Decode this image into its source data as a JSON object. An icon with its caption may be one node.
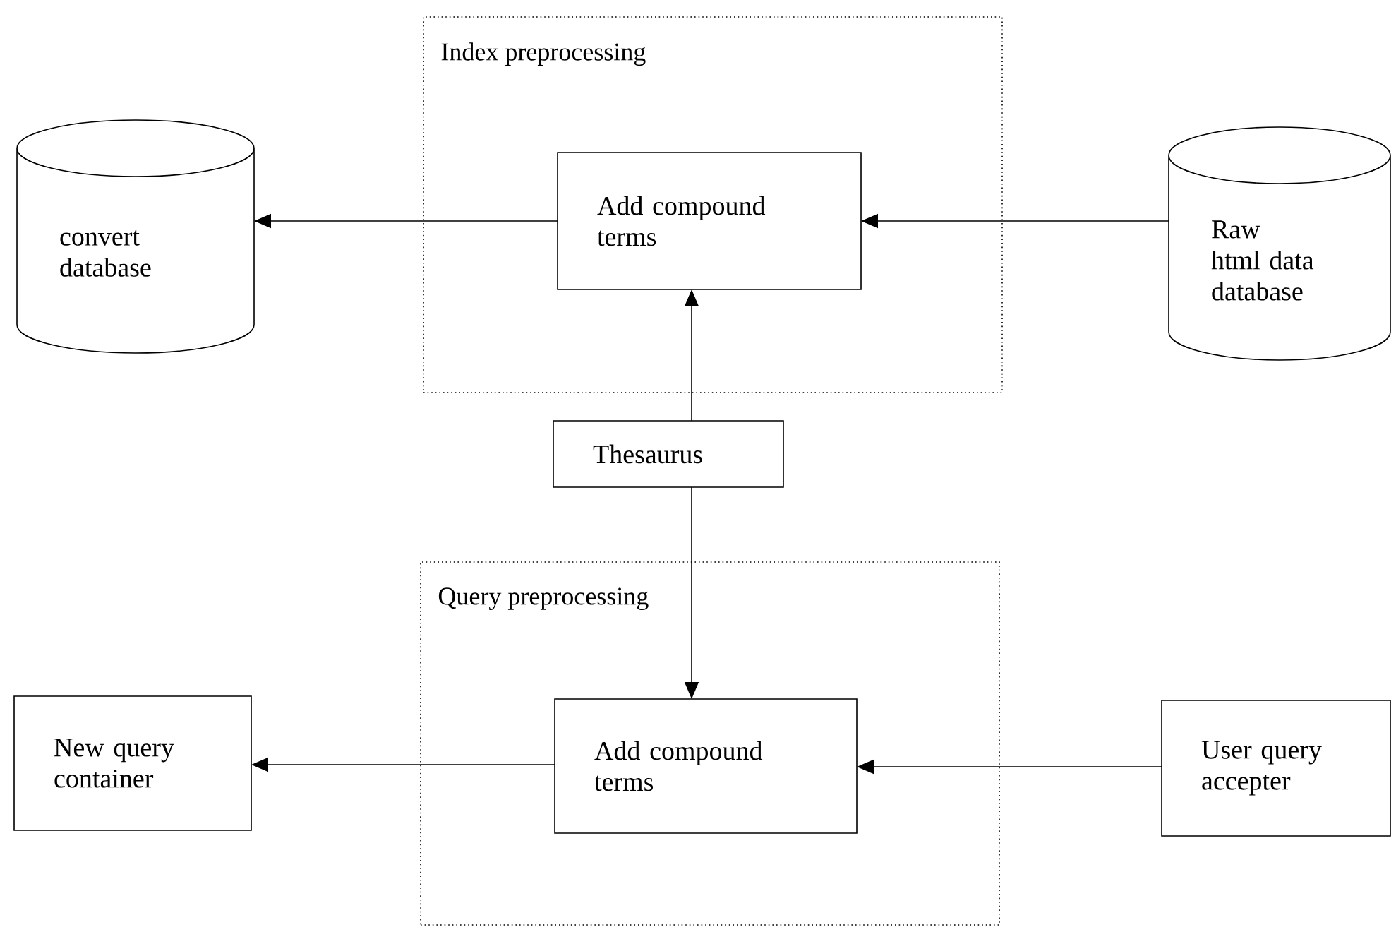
{
  "diagram": {
    "nodes": [
      {
        "text": [
          "Index preprocessing"
        ]
      },
      {
        "text": [
          "Add compound terms"
        ],
        "in": 0
      },
      {
        "text": [
          "convert database"
        ]
      },
      {
        "text": [
          "Raw html data database"
        ]
      },
      {
        "text": [
          "Thesaurus"
        ]
      },
      {
        "text": [
          "Query preprocessing"
        ]
      },
      {
        "text": [
          "Add compound terms"
        ],
        "in": 5
      },
      {
        "text": [
          "New query container"
        ]
      },
      {
        "text": [
          "User query accepter"
        ]
      }
    ],
    "edges": [
      {
        "from": 1,
        "to": 2,
        "arrow": "to"
      },
      {
        "from": 3,
        "to": 1,
        "arrow": "to"
      },
      {
        "from": 4,
        "to": 1,
        "arrow": "to"
      },
      {
        "from": 4,
        "to": 6,
        "arrow": "to"
      },
      {
        "from": 6,
        "to": 7,
        "arrow": "to"
      },
      {
        "from": 8,
        "to": 6,
        "arrow": "to"
      }
    ]
  }
}
